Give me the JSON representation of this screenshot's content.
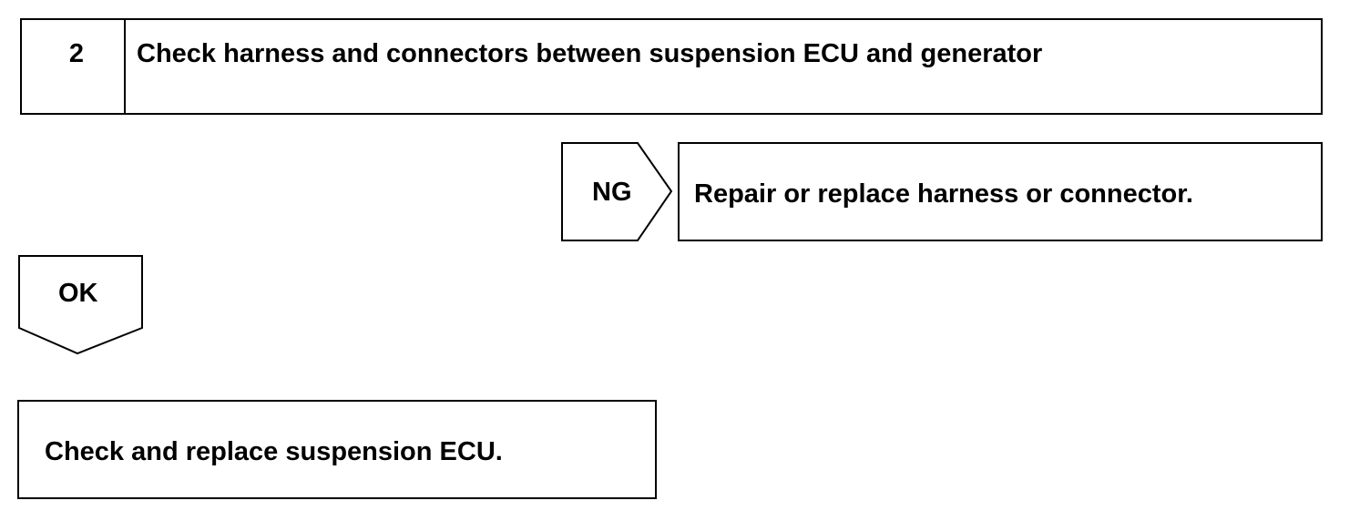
{
  "step": {
    "number": "2",
    "title": "Check harness and connectors between suspension ECU and generator"
  },
  "ng_branch": {
    "label": "NG",
    "action": "Repair or replace harness or connector."
  },
  "ok_branch": {
    "label": "OK",
    "action": "Check and replace suspension ECU."
  }
}
